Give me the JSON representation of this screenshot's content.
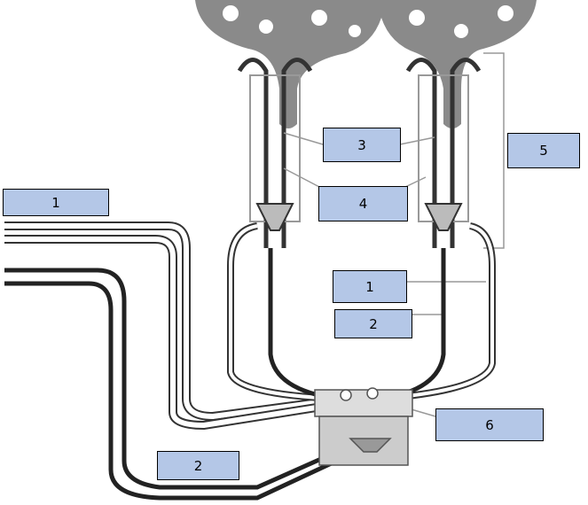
{
  "labels": [
    {
      "id": "1",
      "text": "1"
    },
    {
      "id": "3",
      "text": "3"
    },
    {
      "id": "4",
      "text": "4"
    },
    {
      "id": "5",
      "text": "5"
    },
    {
      "id": "1b",
      "text": "1"
    },
    {
      "id": "2",
      "text": "2"
    },
    {
      "id": "6",
      "text": "6"
    },
    {
      "id": "2b",
      "text": "2"
    }
  ],
  "colors": {
    "label_fill": "#b4c7e7",
    "udder": "#8a8a8a",
    "tube": "#222222"
  }
}
